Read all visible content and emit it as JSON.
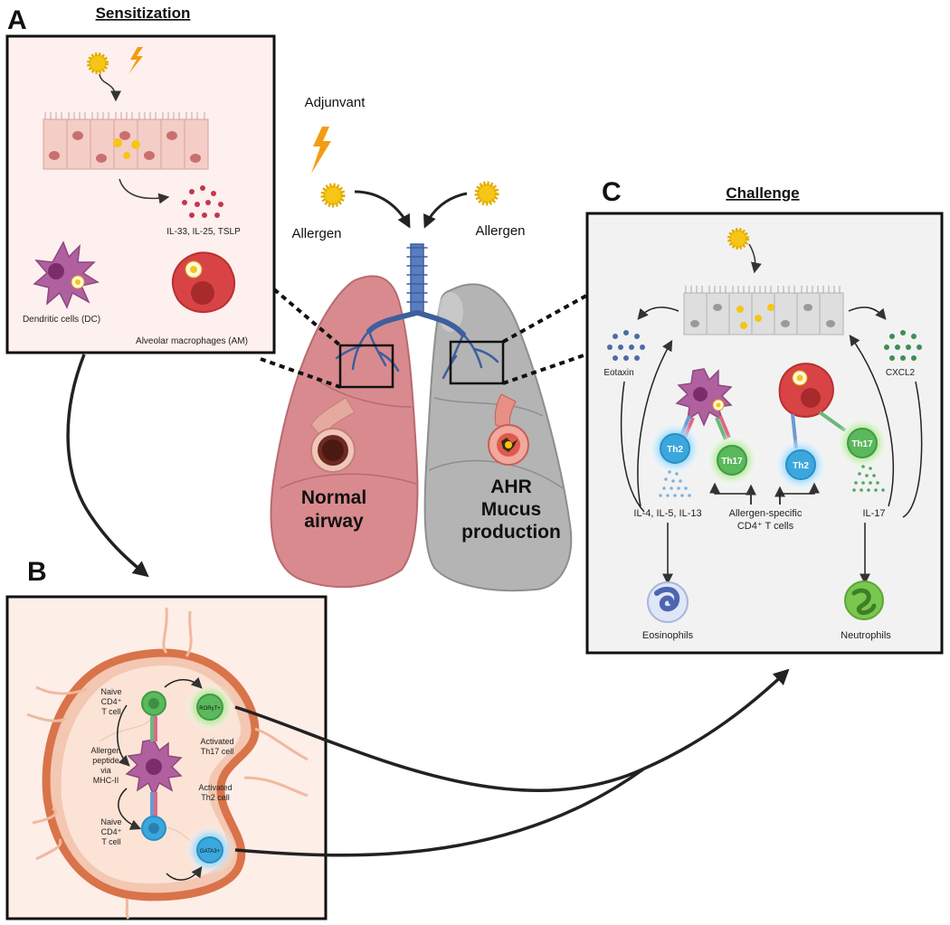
{
  "panel_a": {
    "letter": "A",
    "title": "Sensitization",
    "cytokines": "IL-33, IL-25, TSLP",
    "dc_label": "Dendritic cells (DC)",
    "am_label": "Alveolar macrophages (AM)"
  },
  "center": {
    "adjuvant": "Adjunvant",
    "allergen_left": "Allergen",
    "allergen_right": "Allergen",
    "normal_line1": "Normal",
    "normal_line2": "airway",
    "ahr_line1": "AHR",
    "ahr_line2": "Mucus",
    "ahr_line3": "production"
  },
  "panel_b": {
    "letter": "B",
    "naive_top_1": "Naive",
    "naive_top_2": "CD4⁺",
    "naive_top_3": "T cell",
    "peptide_1": "Allergen",
    "peptide_2": "peptide",
    "peptide_3": "via",
    "peptide_4": "MHC-II",
    "naive_bot_1": "Naive",
    "naive_bot_2": "CD4⁺",
    "naive_bot_3": "T cell",
    "act_th17_1": "Activated",
    "act_th17_2": "Th17 cell",
    "act_th2_1": "Activated",
    "act_th2_2": "Th2 cell",
    "rorgt": "RORγT+",
    "gata3": "GATA3+"
  },
  "panel_c": {
    "letter": "C",
    "title": "Challenge",
    "eotaxin": "Eotaxin",
    "cxcl2": "CXCL2",
    "th2_a": "Th2",
    "th17_a": "Th17",
    "th2_b": "Th2",
    "th17_b": "Th17",
    "il4": "IL-4, IL-5, IL-13",
    "il17": "IL-17",
    "cd4_line1": "Allergen-specific",
    "cd4_line2": "CD4⁺ T cells",
    "eosinophils": "Eosinophils",
    "neutrophils": "Neutrophils"
  },
  "colors": {
    "panel_a_bg": "#fdf0ee",
    "panel_b_bg": "#fdeee8",
    "panel_c_bg": "#f2f2f2",
    "lung_normal": "#d98a8e",
    "lung_ahr": "#b4b4b4",
    "airway_blue": "#3d5f9e",
    "allergen_yellow": "#f5c518",
    "th2_blue": "#3ba7dd",
    "th17_green": "#5bb85c",
    "dc_purple": "#b0609f",
    "am_red": "#d84446",
    "node_orange": "#d9734a"
  }
}
